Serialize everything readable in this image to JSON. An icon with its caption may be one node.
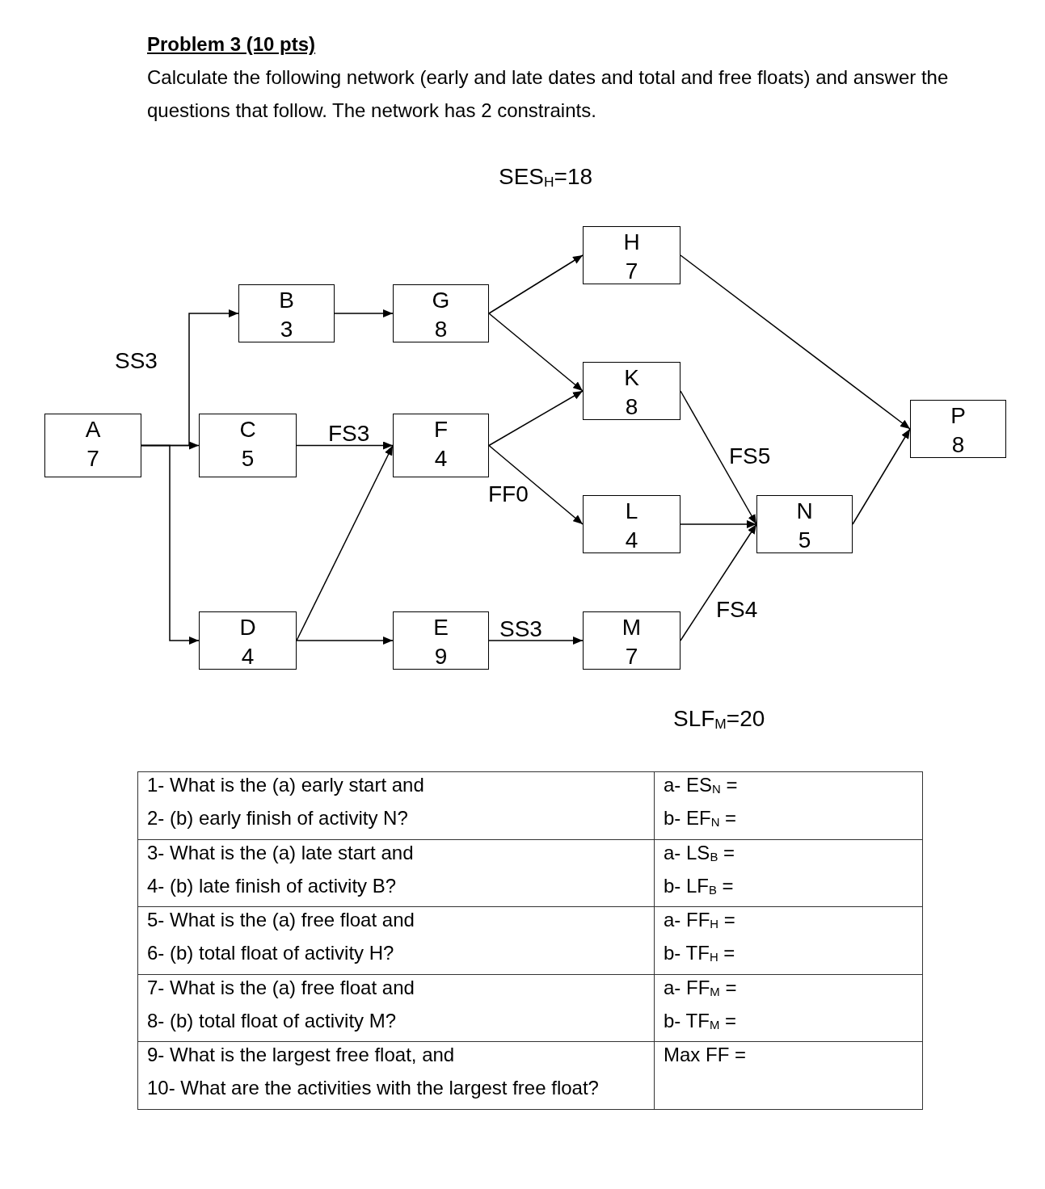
{
  "diagram": {
    "title": "Problem 3 (10 pts)",
    "nodes": [
      {
        "text": [
          "A",
          "7"
        ]
      },
      {
        "text": [
          "B",
          "3"
        ]
      },
      {
        "text": [
          "C",
          "5"
        ]
      },
      {
        "text": [
          "D",
          "4"
        ]
      },
      {
        "text": [
          "G",
          "8"
        ]
      },
      {
        "text": [
          "F",
          "4"
        ]
      },
      {
        "text": [
          "E",
          "9"
        ]
      },
      {
        "text": [
          "H",
          "7"
        ]
      },
      {
        "text": [
          "K",
          "8"
        ]
      },
      {
        "text": [
          "L",
          "4"
        ]
      },
      {
        "text": [
          "M",
          "7"
        ]
      },
      {
        "text": [
          "N",
          "5"
        ]
      },
      {
        "text": [
          "P",
          "8"
        ]
      }
    ],
    "edges": [
      {
        "from": 0,
        "to": 1,
        "arrow": "to",
        "label": "SS3"
      },
      {
        "from": 0,
        "to": 2,
        "arrow": "to"
      },
      {
        "from": 0,
        "to": 3,
        "arrow": "to"
      },
      {
        "from": 1,
        "to": 4,
        "arrow": "to"
      },
      {
        "from": 2,
        "to": 5,
        "arrow": "to",
        "label": "FS3"
      },
      {
        "from": 3,
        "to": 5,
        "arrow": "to"
      },
      {
        "from": 3,
        "to": 6,
        "arrow": "to"
      },
      {
        "from": 4,
        "to": 7,
        "arrow": "to"
      },
      {
        "from": 4,
        "to": 8,
        "arrow": "to"
      },
      {
        "from": 5,
        "to": 8,
        "arrow": "to"
      },
      {
        "from": 5,
        "to": 9,
        "arrow": "to",
        "label": "FF0"
      },
      {
        "from": 6,
        "to": 10,
        "arrow": "to",
        "label": "SS3"
      },
      {
        "from": 7,
        "to": 12,
        "arrow": "to"
      },
      {
        "from": 8,
        "to": 11,
        "arrow": "to",
        "label": "FS5"
      },
      {
        "from": 9,
        "to": 11,
        "arrow": "to"
      },
      {
        "from": 10,
        "to": 11,
        "arrow": "to",
        "label": "FS4"
      },
      {
        "from": 11,
        "to": 12,
        "arrow": "to"
      }
    ],
    "labels": [
      "Calculate the following network (early and late dates and total and free floats) and answer the questions that follow. The network has 2 constraints.",
      "SES$_{H}$=18",
      "SLF$_{M}$=20",
      "1- What is the (a) early start and",
      "2- (b) early finish of activity N?",
      "a- ES$_{N}$ =",
      "b- EF$_{N}$ =",
      "3- What is the (a) late start and",
      "4- (b) late finish of activity B?",
      "a- LS$_{B}$ =",
      "b- LF$_{B}$ =",
      "5- What is the (a) free float and",
      "6- (b) total float of activity H?",
      "a- FF$_{H}$ =",
      "b- TF$_{H}$ =",
      "7- What is the (a) free float and",
      "8- (b) total float of activity M?",
      "a- FF$_{M}$ =",
      "b- TF$_{M}$ =",
      "9- What is the largest free float, and",
      "10- What are the activities with the largest free float?",
      "Max FF ="
    ]
  }
}
